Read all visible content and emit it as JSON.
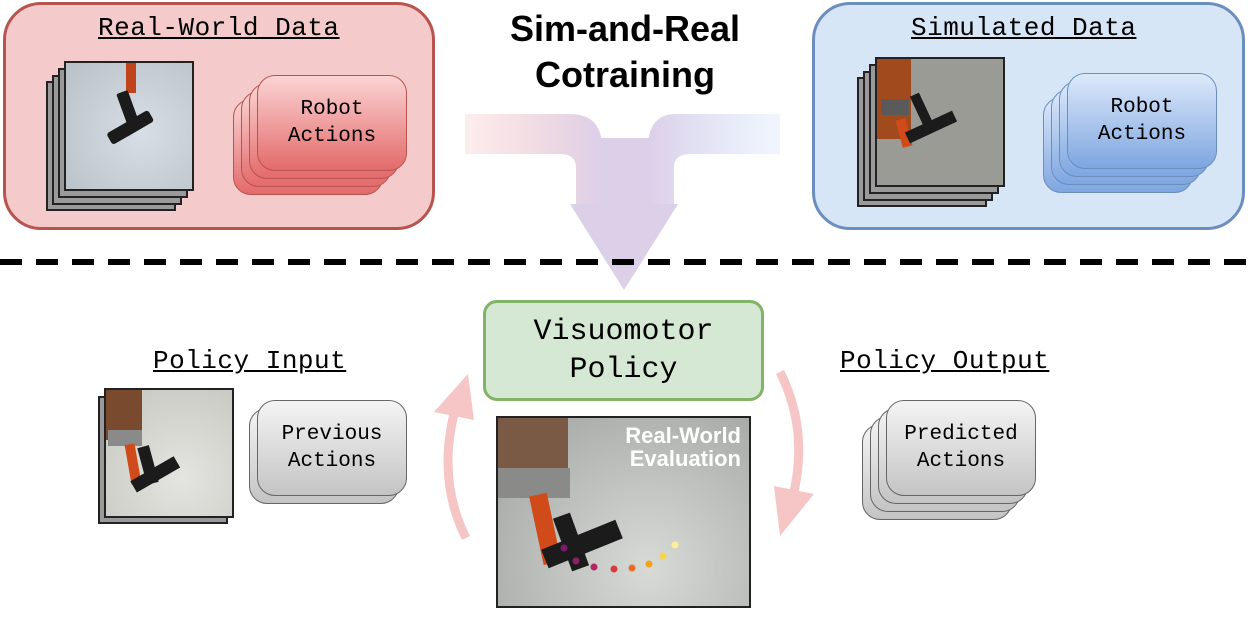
{
  "title": "Sim-and-Real\nCotraining",
  "real_world": {
    "heading": "Real-World Data",
    "actions_label": "Robot\nActions"
  },
  "simulated": {
    "heading": "Simulated Data",
    "actions_label": "Robot\nActions"
  },
  "policy": {
    "label": "Visuomotor\nPolicy"
  },
  "policy_input": {
    "heading": "Policy Input",
    "actions_label": "Previous\nActions"
  },
  "policy_output": {
    "heading": "Policy Output",
    "actions_label": "Predicted\nActions"
  },
  "evaluation": {
    "label": "Real-World\nEvaluation"
  },
  "colors": {
    "real": "#f5caca",
    "sim": "#d7e6f7",
    "policy": "#d5e8d4",
    "merge_arrow": "#dccfe8",
    "loop_arrow": "#f6c6c6"
  }
}
